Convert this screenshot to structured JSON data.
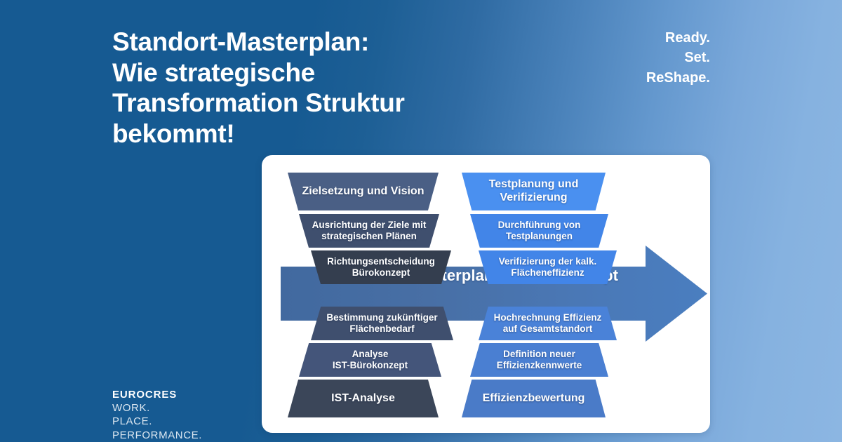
{
  "background": {
    "gradient_from": "#165a92",
    "gradient_to": "#8cb6e2"
  },
  "header": {
    "headline": "Standort-Masterplan:\nWie strategische\nTransformation Struktur\nbekommt!",
    "tagline_lines": [
      "Ready.",
      "Set.",
      "ReShape."
    ]
  },
  "logo": {
    "brand": "EUROCRES",
    "claim_lines": [
      "WORK.",
      "PLACE.",
      "PERFORMANCE."
    ]
  },
  "diagram": {
    "card_background": "#ffffff",
    "arrow": {
      "label": "Standort Masterplan – Basis Konzept",
      "fill_from": "#41699f",
      "fill_to": "#4a7ec0",
      "direction": "right"
    },
    "left_column": {
      "accent": "#3b4659",
      "items": [
        {
          "label": "Zielsetzung und Vision",
          "color": "#4a5f85",
          "size": "large"
        },
        {
          "label": "Ausrichtung der Ziele mit\nstrategischen Plänen",
          "color": "#3f4f6e",
          "size": "small"
        },
        {
          "label": "Richtungsentscheidung\nBürokonzept",
          "color": "#343e4f",
          "size": "small"
        },
        {
          "label": "Bestimmung zukünftiger\nFlächenbedarf",
          "color": "#3f4f6e",
          "size": "small"
        },
        {
          "label": "Analyse\nIST-Bürokonzept",
          "color": "#44557a",
          "size": "small"
        },
        {
          "label": "IST-Analyse",
          "color": "#3b4659",
          "size": "large"
        }
      ]
    },
    "right_column": {
      "accent": "#4285e8",
      "items": [
        {
          "label": "Testplanung und\nVerifizierung",
          "color": "#4a90f0",
          "size": "large"
        },
        {
          "label": "Durchführung von\nTestplanungen",
          "color": "#4285e8",
          "size": "small"
        },
        {
          "label": "Verifizierung der kalk.\nFlächeneffizienz",
          "color": "#4285e8",
          "size": "small"
        },
        {
          "label": "Hochrechnung Effizienz\nauf Gesamtstandort",
          "color": "#4a82d8",
          "size": "small"
        },
        {
          "label": "Definition neuer\nEffizienzkennwerte",
          "color": "#4a7fd2",
          "size": "small"
        },
        {
          "label": "Effizienzbewertung",
          "color": "#4a7bc8",
          "size": "large"
        }
      ]
    }
  }
}
